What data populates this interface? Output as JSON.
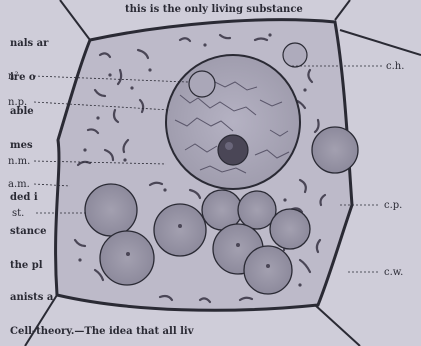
{
  "figure": {
    "labels": {
      "nucleolus": "n²",
      "nuclear_plasm": "n.p.",
      "nuclear_membrane": "n.m.",
      "amoeboid_mass": "a.m.",
      "starch": "st.",
      "chromatin": "c.h.",
      "cytoplasm": "c.p.",
      "cell_wall": "c.w."
    },
    "background_text_lines": [
      "this is the only living substance",
      "nals ar",
      "ire o",
      "able",
      "mes",
      "ded i",
      "stance",
      "the pl",
      "anists a",
      "Cell-theory.—The idea that all liv"
    ],
    "colors": {
      "paper": "#cfcdd9",
      "ink": "#2a2a34",
      "cell_fill": "#bdbac9",
      "granule": "#4a4656"
    }
  }
}
